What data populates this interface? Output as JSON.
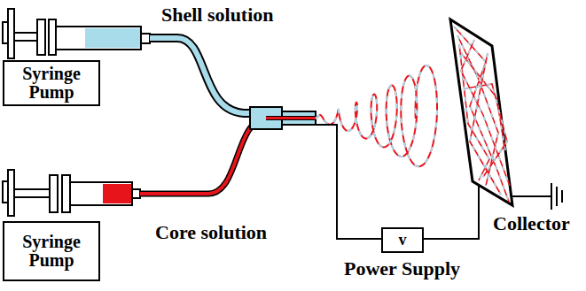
{
  "diagram": {
    "nodes": [
      {
        "text": [
          "Syringe Pump"
        ]
      },
      {
        "text": [
          "Syringe Pump"
        ]
      },
      {
        "text": [
          "v",
          "Power Supply"
        ]
      }
    ],
    "labels": [
      "Shell solution",
      "Core solution",
      "Collector"
    ]
  }
}
